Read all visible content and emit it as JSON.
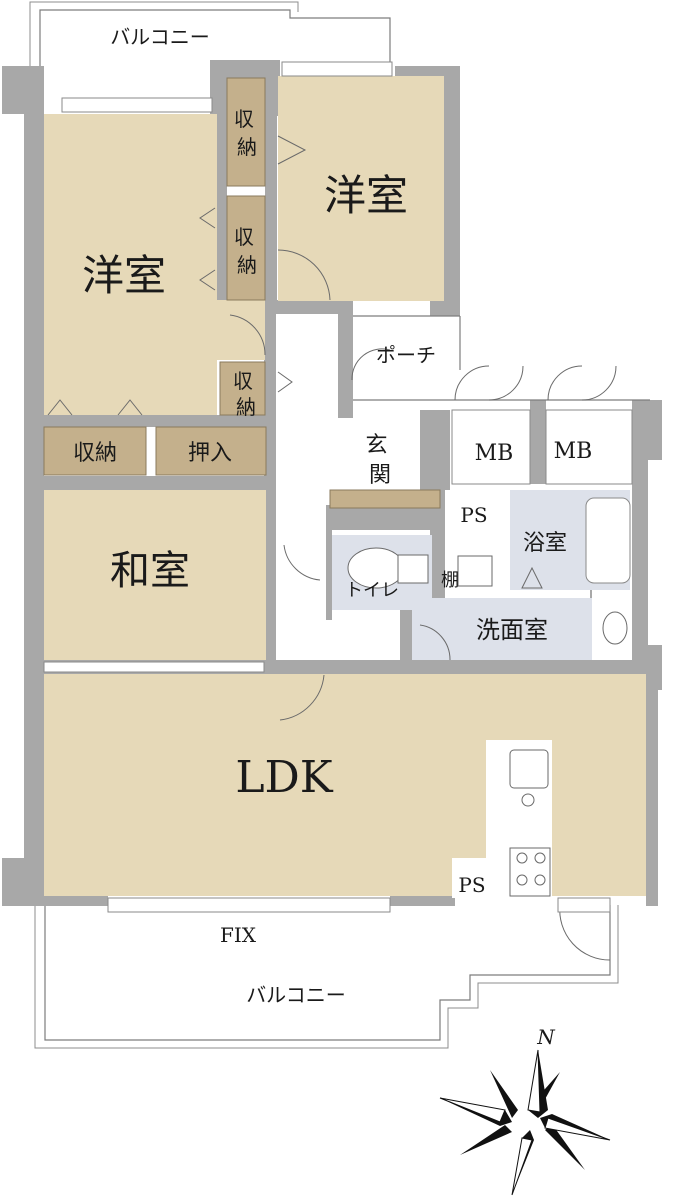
{
  "labels": {
    "balcony_top": "バルコニー",
    "western_room_right": "洋室",
    "western_room_left": "洋室",
    "storage_1": "収納",
    "storage_2": "収納",
    "storage_3": "収納",
    "storage_4": "収納",
    "oshiire": "押入",
    "washitsu": "和室",
    "porch": "ポーチ",
    "genkan": "玄関",
    "mb_1": "MB",
    "mb_2": "MB",
    "ps_1": "PS",
    "ps_2": "PS",
    "bath": "浴室",
    "toilet": "トイレ",
    "shelf": "棚",
    "washroom": "洗面室",
    "ldk": "LDK",
    "fix": "FIX",
    "balcony_bottom": "バルコニー",
    "north": "N"
  },
  "colors": {
    "wall": "#a8a8a8",
    "room_floor": "#e6d9b8",
    "storage": "#c4b08c",
    "wet_area": "#dde1ea"
  }
}
